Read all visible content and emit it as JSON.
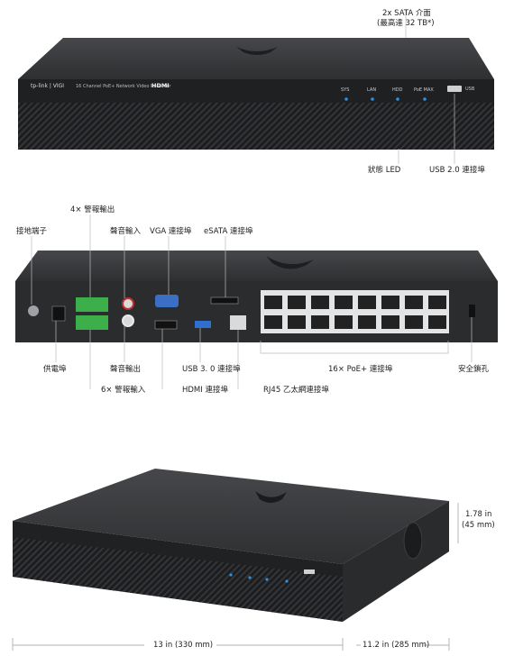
{
  "front": {
    "callout_sata": "2x SATA 介面",
    "callout_sata_sub": "(最高達 32 TB*)",
    "callout_status_led": "狀態 LED",
    "callout_usb20": "USB 2.0 連接埠",
    "brand_logo": "tp-link | VIGI",
    "model_text": "16 Channel PoE+ Network Video Recorder",
    "hdmi_logo": "HDMI",
    "led_labels": [
      "SYS",
      "LAN",
      "HDD",
      "PoE MAX"
    ],
    "usb_port_label": "USB"
  },
  "rear": {
    "alarm_out": "4× 警報輸出",
    "ground": "接地端子",
    "audio_in": "聲音輸入",
    "vga": "VGA 連接埠",
    "esata": "eSATA 連接埠",
    "power": "供電埠",
    "audio_out": "聲音輸出",
    "alarm_in": "6× 警報輸入",
    "usb30": "USB 3. 0 連接埠",
    "hdmi": "HDMI 連接埠",
    "rj45": "RJ45 乙太網連接埠",
    "poe": "16× PoE+ 連接埠",
    "lock": "安全鎖孔"
  },
  "dims": {
    "height": "1.78 in",
    "height_mm": "(45 mm)",
    "width": "13 in (330 mm)",
    "depth": "11.2 in (285 mm)"
  },
  "colors": {
    "body": "#2b2c2e",
    "top": "#3a3b3d",
    "led": "#2f8fe0"
  }
}
